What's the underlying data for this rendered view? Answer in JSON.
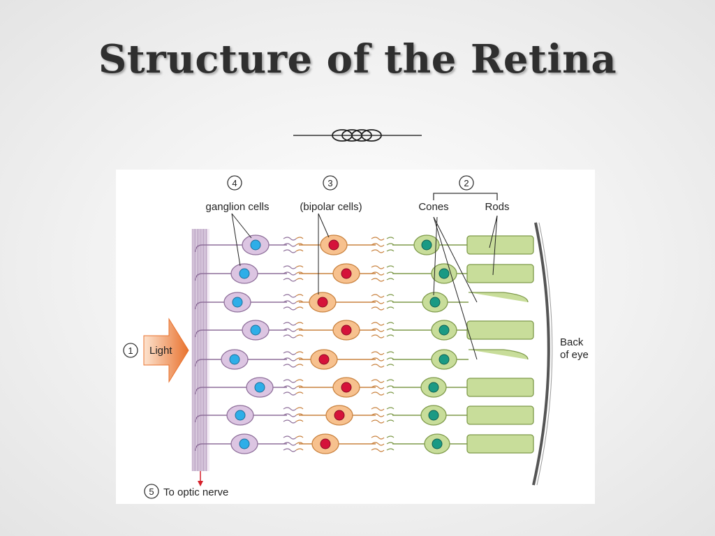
{
  "slide": {
    "title": "Structure of the Retina"
  },
  "diagram": {
    "labels": {
      "num1": "1",
      "num2": "2",
      "num3": "3",
      "num4": "4",
      "num5": "5",
      "ganglion": "ganglion cells",
      "bipolar": "(bipolar cells)",
      "cones": "Cones",
      "rods": "Rods",
      "light": "Light",
      "back_line1": "Back",
      "back_line2": "of eye",
      "optic": "To optic nerve"
    },
    "colors": {
      "ganglion_body": "#dcc5e2",
      "ganglion_outline": "#8e6f9a",
      "ganglion_nucleus": "#2eaee8",
      "bipolar_body": "#f7c18e",
      "bipolar_outline": "#c9823f",
      "bipolar_nucleus": "#d5123a",
      "photoreceptor_body": "#c8dd9a",
      "photoreceptor_outline": "#7e9a4a",
      "photoreceptor_nucleus": "#1a9a84",
      "light_arrow": "#e8722e",
      "nerve_arrow": "#d6202a"
    }
  }
}
